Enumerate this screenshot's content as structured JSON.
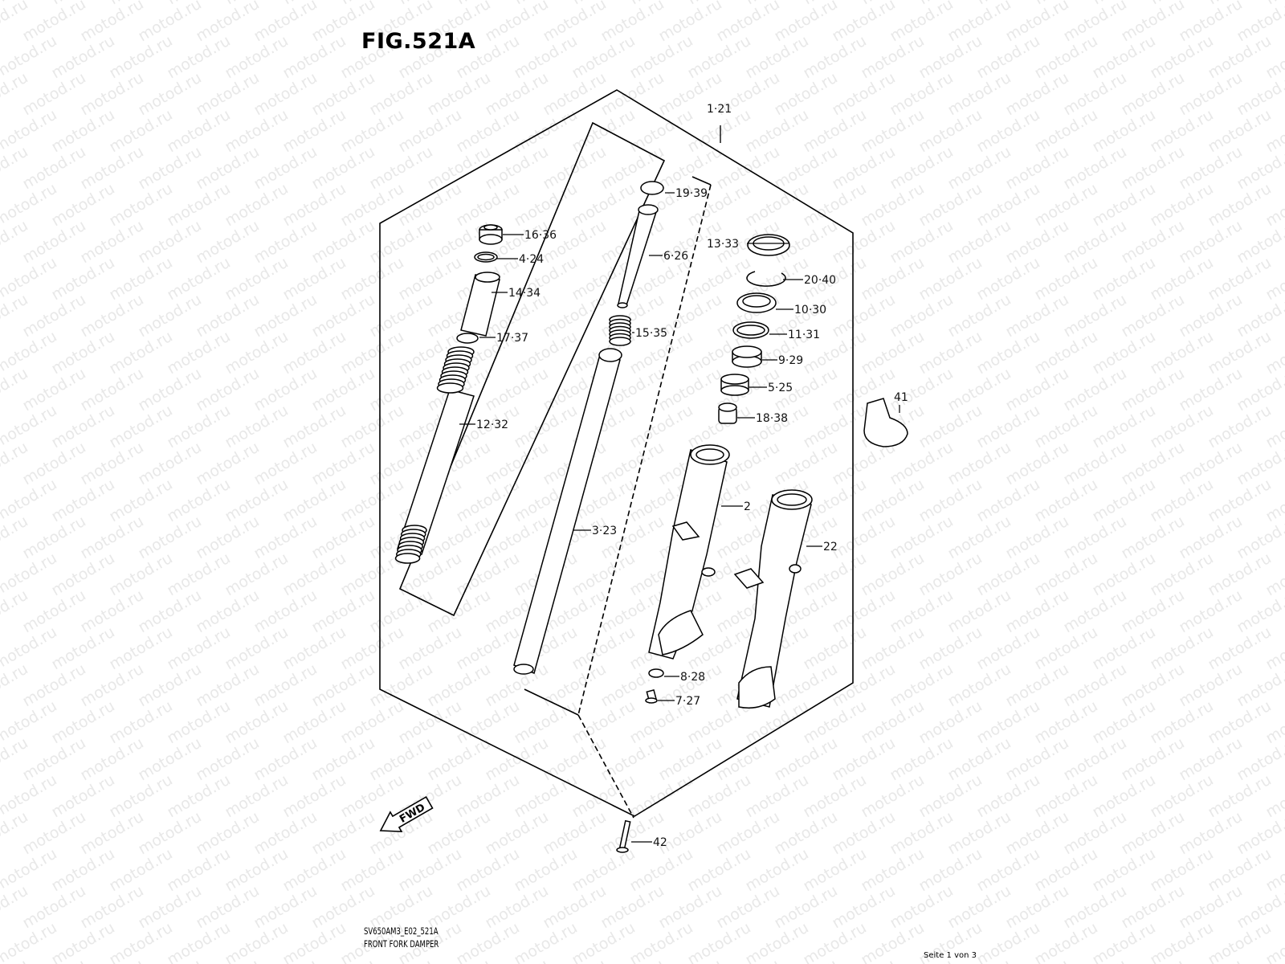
{
  "figure": {
    "title": "FIG.521A",
    "model_code": "SV650AM3_E02_521A",
    "caption": "FRONT FORK DAMPER",
    "page_indicator": "Seite 1 von 3",
    "watermark": "motod.ru",
    "fwd_arrow": "FWD"
  },
  "callouts": [
    {
      "id": "1",
      "label": "1·21"
    },
    {
      "id": "2",
      "label": "2"
    },
    {
      "id": "3",
      "label": "3·23"
    },
    {
      "id": "4",
      "label": "4·24"
    },
    {
      "id": "5",
      "label": "5·25"
    },
    {
      "id": "6",
      "label": "6·26"
    },
    {
      "id": "7",
      "label": "7·27"
    },
    {
      "id": "8",
      "label": "8·28"
    },
    {
      "id": "9",
      "label": "9·29"
    },
    {
      "id": "10",
      "label": "10·30"
    },
    {
      "id": "11",
      "label": "11·31"
    },
    {
      "id": "12",
      "label": "12·32"
    },
    {
      "id": "13",
      "label": "13·33"
    },
    {
      "id": "14",
      "label": "14·34"
    },
    {
      "id": "15",
      "label": "15·35"
    },
    {
      "id": "16",
      "label": "16·36"
    },
    {
      "id": "17",
      "label": "17·37"
    },
    {
      "id": "18",
      "label": "18·38"
    },
    {
      "id": "19",
      "label": "19·39"
    },
    {
      "id": "20",
      "label": "20·40"
    },
    {
      "id": "22",
      "label": "22"
    },
    {
      "id": "41",
      "label": "41"
    },
    {
      "id": "42",
      "label": "42"
    }
  ]
}
